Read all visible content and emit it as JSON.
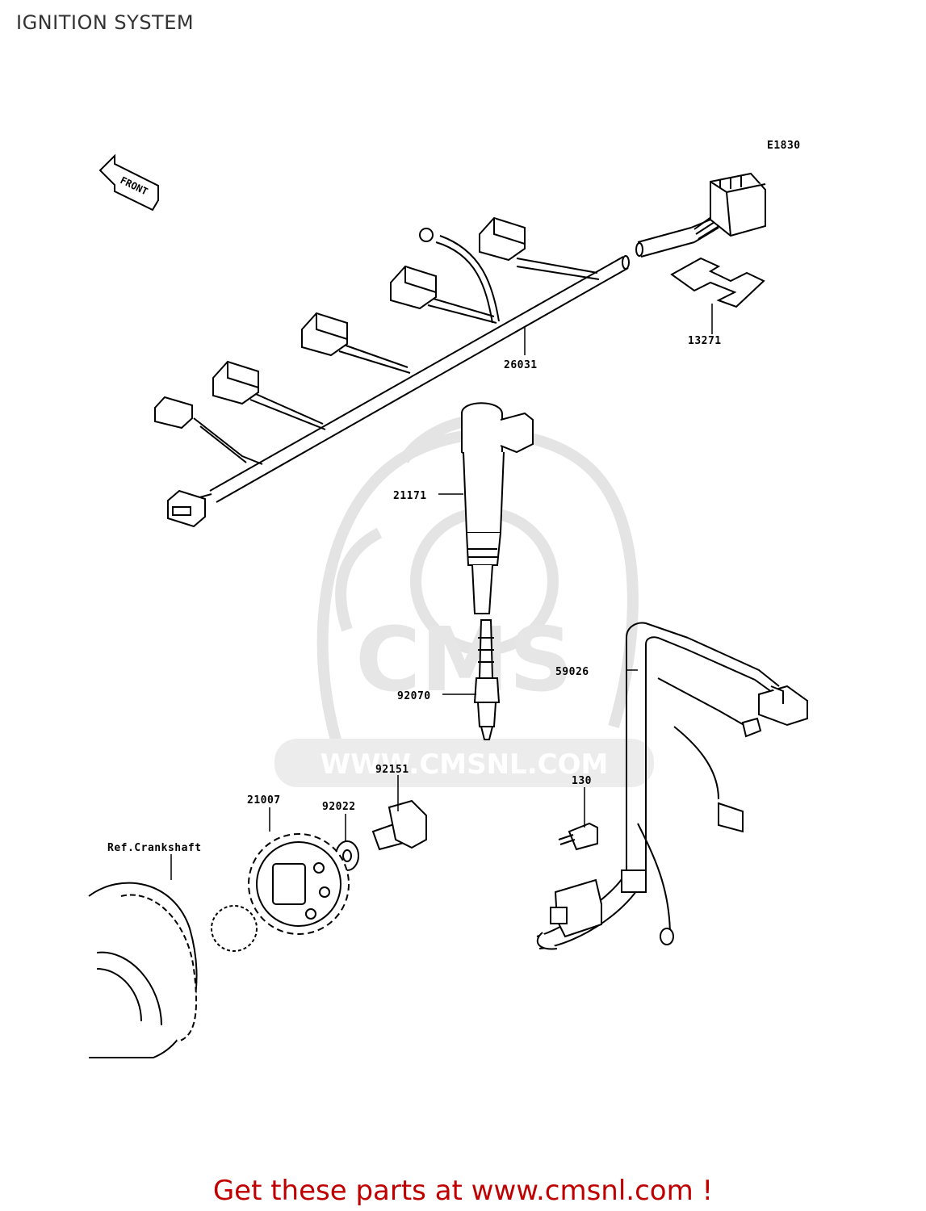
{
  "page": {
    "title": "IGNITION SYSTEM",
    "footer": "Get these parts at www.cmsnl.com !"
  },
  "diagram": {
    "code": "E1830",
    "front": "FRONT",
    "watermark": "WWW.CMSNL.COM",
    "watermark_logo": "CMS",
    "ref_label": "Ref.Crankshaft",
    "parts": [
      {
        "id": "13271"
      },
      {
        "id": "26031"
      },
      {
        "id": "21171"
      },
      {
        "id": "59026"
      },
      {
        "id": "92070"
      },
      {
        "id": "92151"
      },
      {
        "id": "130"
      },
      {
        "id": "21007"
      },
      {
        "id": "92022"
      }
    ]
  },
  "colors": {
    "line": "#000000",
    "watermark": "#e4e4e4",
    "footer": "#c00000"
  },
  "icons": [
    "front-arrow-icon",
    "cms-logo-watermark-icon"
  ]
}
